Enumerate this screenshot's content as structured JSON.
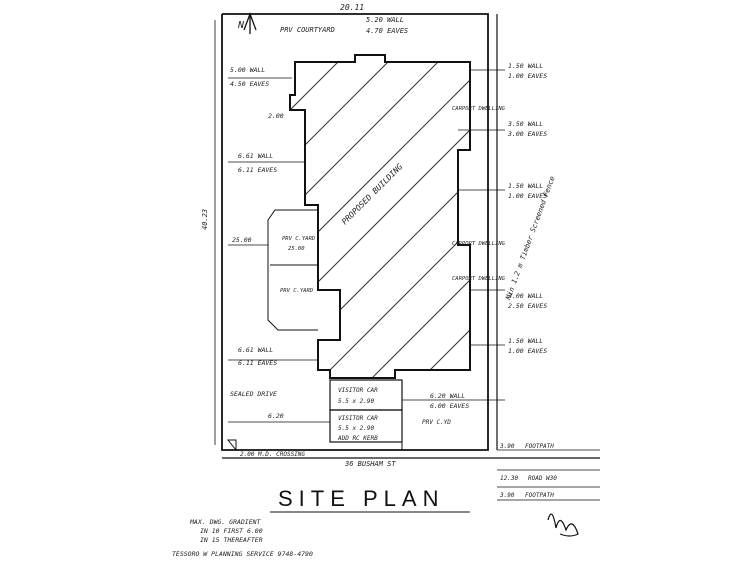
{
  "plan": {
    "title": "SITE PLAN",
    "street": "36 BUSHAM ST",
    "north_label": "N",
    "dimensions": {
      "top_width": "20.11",
      "side_depth": "40.23",
      "setback_left_mid": "25.00",
      "visitor_parking_width": "6.20",
      "crossing_width": "2.00",
      "small_setback": "2.00"
    },
    "annotations": {
      "courtyard": "PRV COURTYARD",
      "top_wall": "5.20 WALL",
      "top_eaves": "4.70 EAVES",
      "left_wall_top": "5.00 WALL",
      "left_eaves_top": "4.50 EAVES",
      "left_wall_2": "6.61 WALL",
      "left_eaves_2": "6.11 EAVES",
      "prv_court_1": "PRV C.YARD",
      "prv_court_1_size": "25.00",
      "prv_court_2": "PRV C.YARD",
      "left_wall_3": "6.61 WALL",
      "left_eaves_3": "6.11 EAVES",
      "seal_drive": "SEALED DRIVE",
      "visitor_car_1": "VISITOR CAR",
      "visitor_car_1_size": "5.5 x 2.90",
      "visitor_car_2": "VISITOR CAR",
      "visitor_car_2_size": "5.5 x 2.90",
      "visitor_car_2_note": "ADD RC KERB",
      "prv_cyd_bottom": "PRV C.YD",
      "crossing": "2.00 M.D. CROSSING",
      "building": "PROPOSED BUILDING",
      "right_wall_1": "1.50 WALL",
      "right_eaves_1": "1.00 EAVES",
      "right_wall_2": "3.50 WALL",
      "right_eaves_2": "3.00 EAVES",
      "right_wall_3": "1.50 WALL",
      "right_eaves_3": "1.00 EAVES",
      "right_wall_4": "3.00 WALL",
      "right_eaves_4": "2.50 EAVES",
      "right_wall_5": "1.50 WALL",
      "right_eaves_5": "1.00 EAVES",
      "right_wall_6": "6.20 WALL",
      "right_eaves_6": "6.00 EAVES",
      "fence": "Min 1.2 m Timber Screened Fence",
      "carport_1": "CARPORT DWELLING",
      "carport_2": "CARPORT DWELLING",
      "carport_3": "CARPORT DWELLING",
      "footpath_top": "FOOTPATH",
      "footpath_top_value": "3.90",
      "road": "ROAD W30",
      "road_value": "12.30",
      "footpath_bottom": "FOOTPATH",
      "footpath_bottom_value": "3.90"
    },
    "notes": {
      "line1": "MAX. DWG. GRADIENT",
      "line2": "IN 10 FIRST 6.00",
      "line3": "IN 15 THEREAFTER",
      "line4": "TESSORO W PLANNING SERVICE 9748-4790"
    }
  }
}
